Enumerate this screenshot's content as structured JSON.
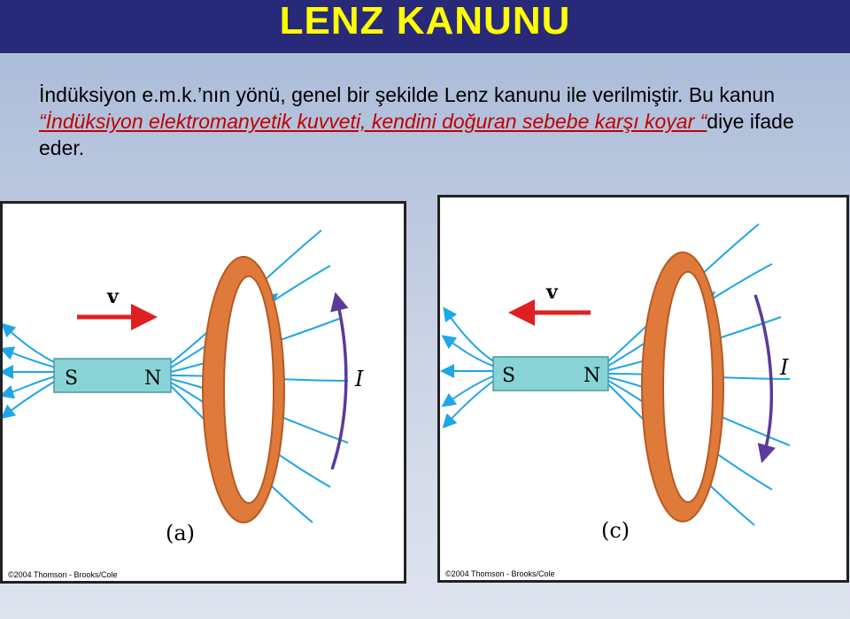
{
  "title": "LENZ KANUNU",
  "paragraph": {
    "intro": "İndüksiyon e.m.k.’nın yönü, genel bir şekilde Lenz kanunu ile verilmiştir. Bu kanun ",
    "quote": "“İndüksiyon elektromanyetik kuvveti, kendini doğuran sebebe karşı koyar “",
    "ending": "diye ifade eder."
  },
  "figure_a": {
    "velocity_label": "v",
    "south_label": "S",
    "north_label": "N",
    "current_label": "I",
    "caption": "(a)",
    "copyright": "©2004 Thomson - Brooks/Cole",
    "arrow_direction": "right"
  },
  "figure_c": {
    "velocity_label": "v",
    "south_label": "S",
    "north_label": "N",
    "current_label": "I",
    "caption": "(c)",
    "copyright": "©2004 Thomson - Brooks/Cole",
    "arrow_direction": "left"
  },
  "colors": {
    "title_bar": "#29297a",
    "title_text": "#ffff00",
    "quote_text": "#c00000",
    "field_lines": "#1ea6e6",
    "magnet": "#88d3d6",
    "ring": "#e07a3b",
    "velocity_arrow": "#e02020",
    "current_arrow": "#5a3a9a"
  }
}
